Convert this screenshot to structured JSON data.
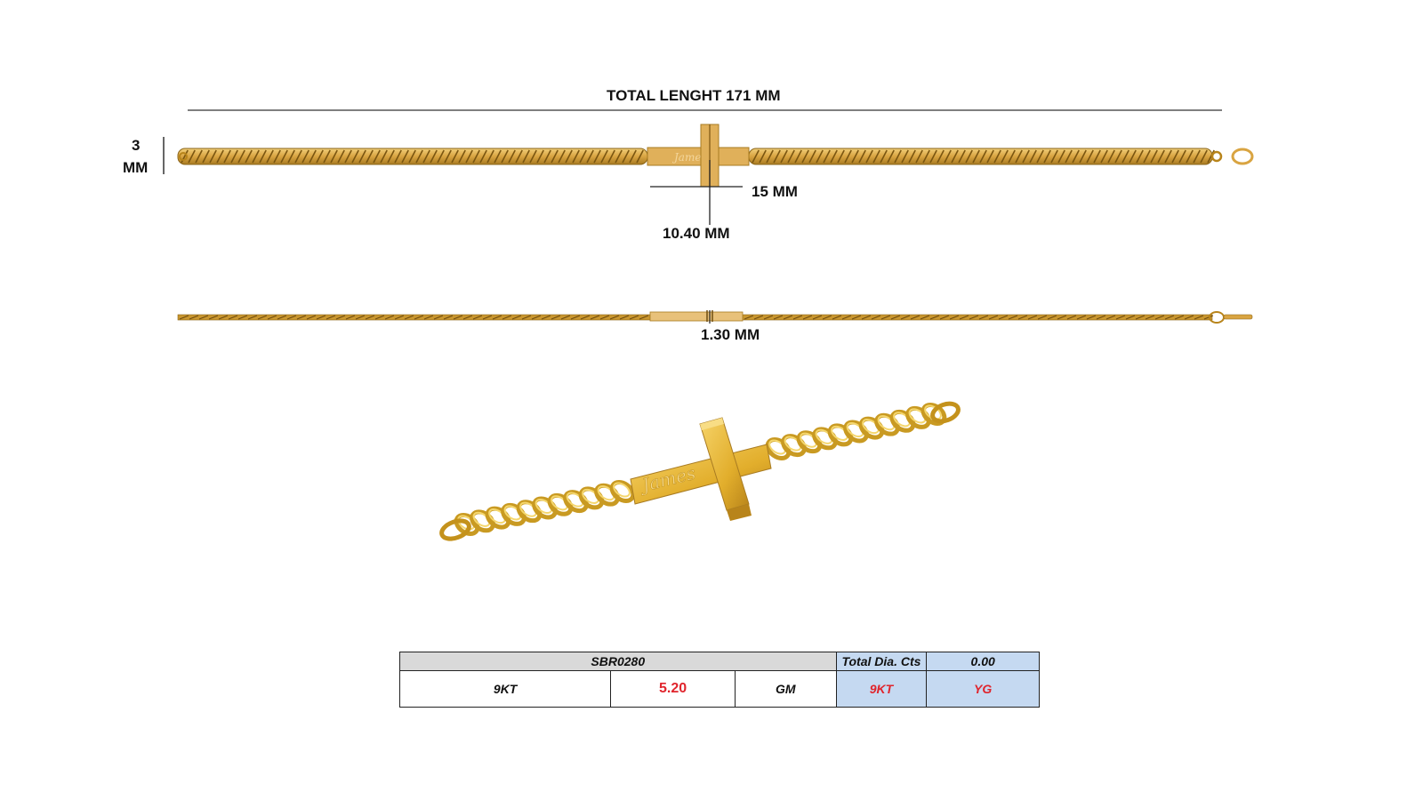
{
  "dimensions": {
    "total_length": "TOTAL LENGHT 171 MM",
    "height_value": "3",
    "height_unit": "MM",
    "cross_height": "15 MM",
    "cross_width": "10.40 MM",
    "thickness": "1.30 MM"
  },
  "engraving": "James",
  "colors": {
    "gold": "#d9a441",
    "gold_dark": "#8a6418",
    "gold_light": "#f1cf7a",
    "table_blue": "#c5d9f1",
    "value_red": "#e0242c"
  },
  "spec_table": {
    "sku": "SBR0280",
    "dia_label": "Total Dia. Cts",
    "dia_value": "0.00",
    "karat": "9KT",
    "weight": "5.20",
    "weight_unit": "GM",
    "metal_karat": "9KT",
    "metal_color": "YG"
  }
}
